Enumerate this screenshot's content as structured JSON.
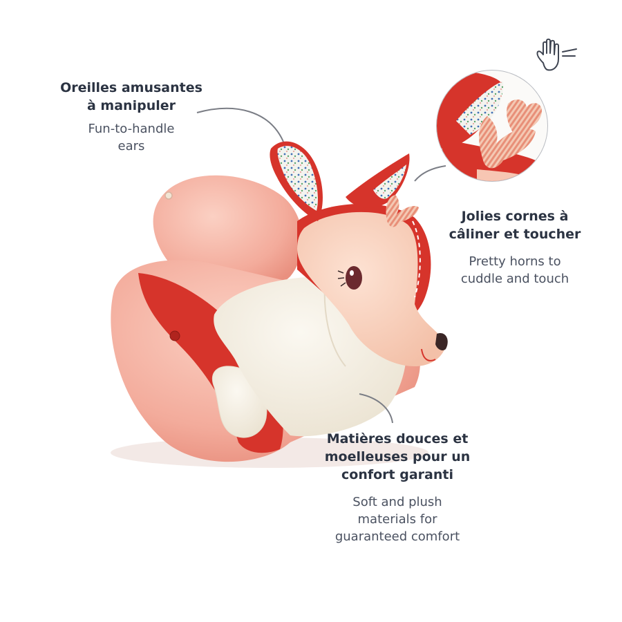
{
  "callouts": {
    "ears": {
      "title_line1": "Oreilles amusantes",
      "title_line2": "à manipuler",
      "subtitle_line1": "Fun-to-handle",
      "subtitle_line2": "ears"
    },
    "horns": {
      "title_line1": "Jolies cornes à",
      "title_line2": "câliner et toucher",
      "subtitle_line1": "Pretty horns to",
      "subtitle_line2": "cuddle and touch"
    },
    "soft": {
      "title_line1": "Matières douces et",
      "title_line2": "moelleuses pour un",
      "title_line3": "confort garanti",
      "subtitle_line1": "Soft and plush",
      "subtitle_line2": "materials for",
      "subtitle_line3": "guaranteed comfort"
    }
  },
  "icons": {
    "touch": "hand-touch-icon"
  },
  "colors": {
    "text_dark": "#2b3342",
    "text_muted": "#4a5160",
    "pink": "#f4b5a6",
    "red": "#d6342b",
    "cream": "#f6f1e6",
    "connector": "#7a7d85"
  }
}
